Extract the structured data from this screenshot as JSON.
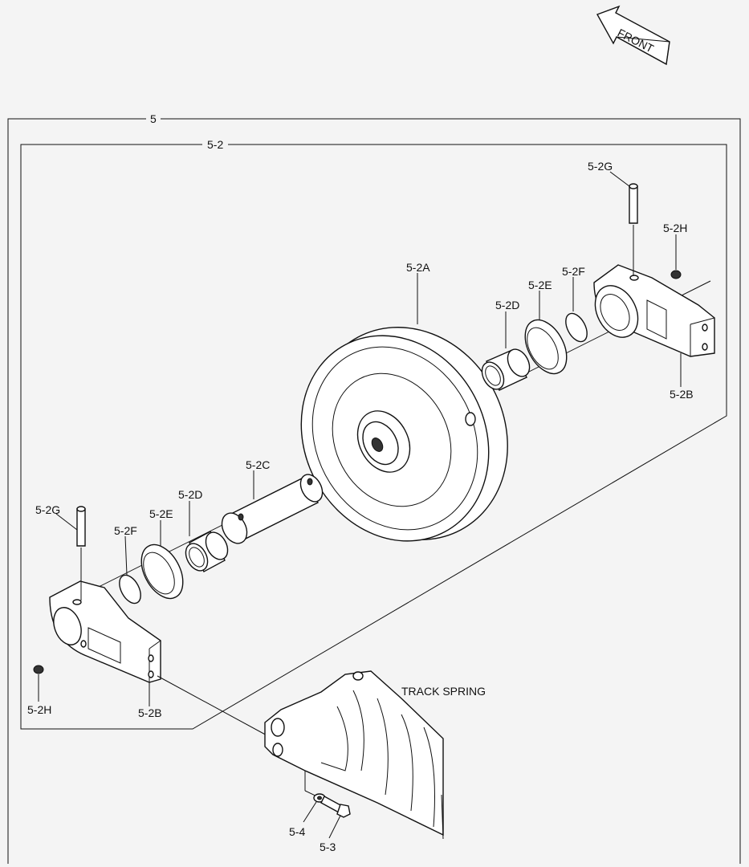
{
  "labels": {
    "front": "FRONT",
    "assembly": "5",
    "sub_assembly": "5-2",
    "idler": "5-2A",
    "bracket_right": "5-2B",
    "bracket_left": "5-2B",
    "shaft": "5-2C",
    "bushing_right": "5-2D",
    "bushing_left": "5-2D",
    "seal_right": "5-2E",
    "seal_left": "5-2E",
    "oring_right": "5-2F",
    "oring_left": "5-2F",
    "pin_right": "5-2G",
    "pin_left": "5-2G",
    "plug_right": "5-2H",
    "plug_left": "5-2H",
    "track_spring": "TRACK SPRING",
    "washer": "5-4",
    "bolt": "5-3"
  }
}
